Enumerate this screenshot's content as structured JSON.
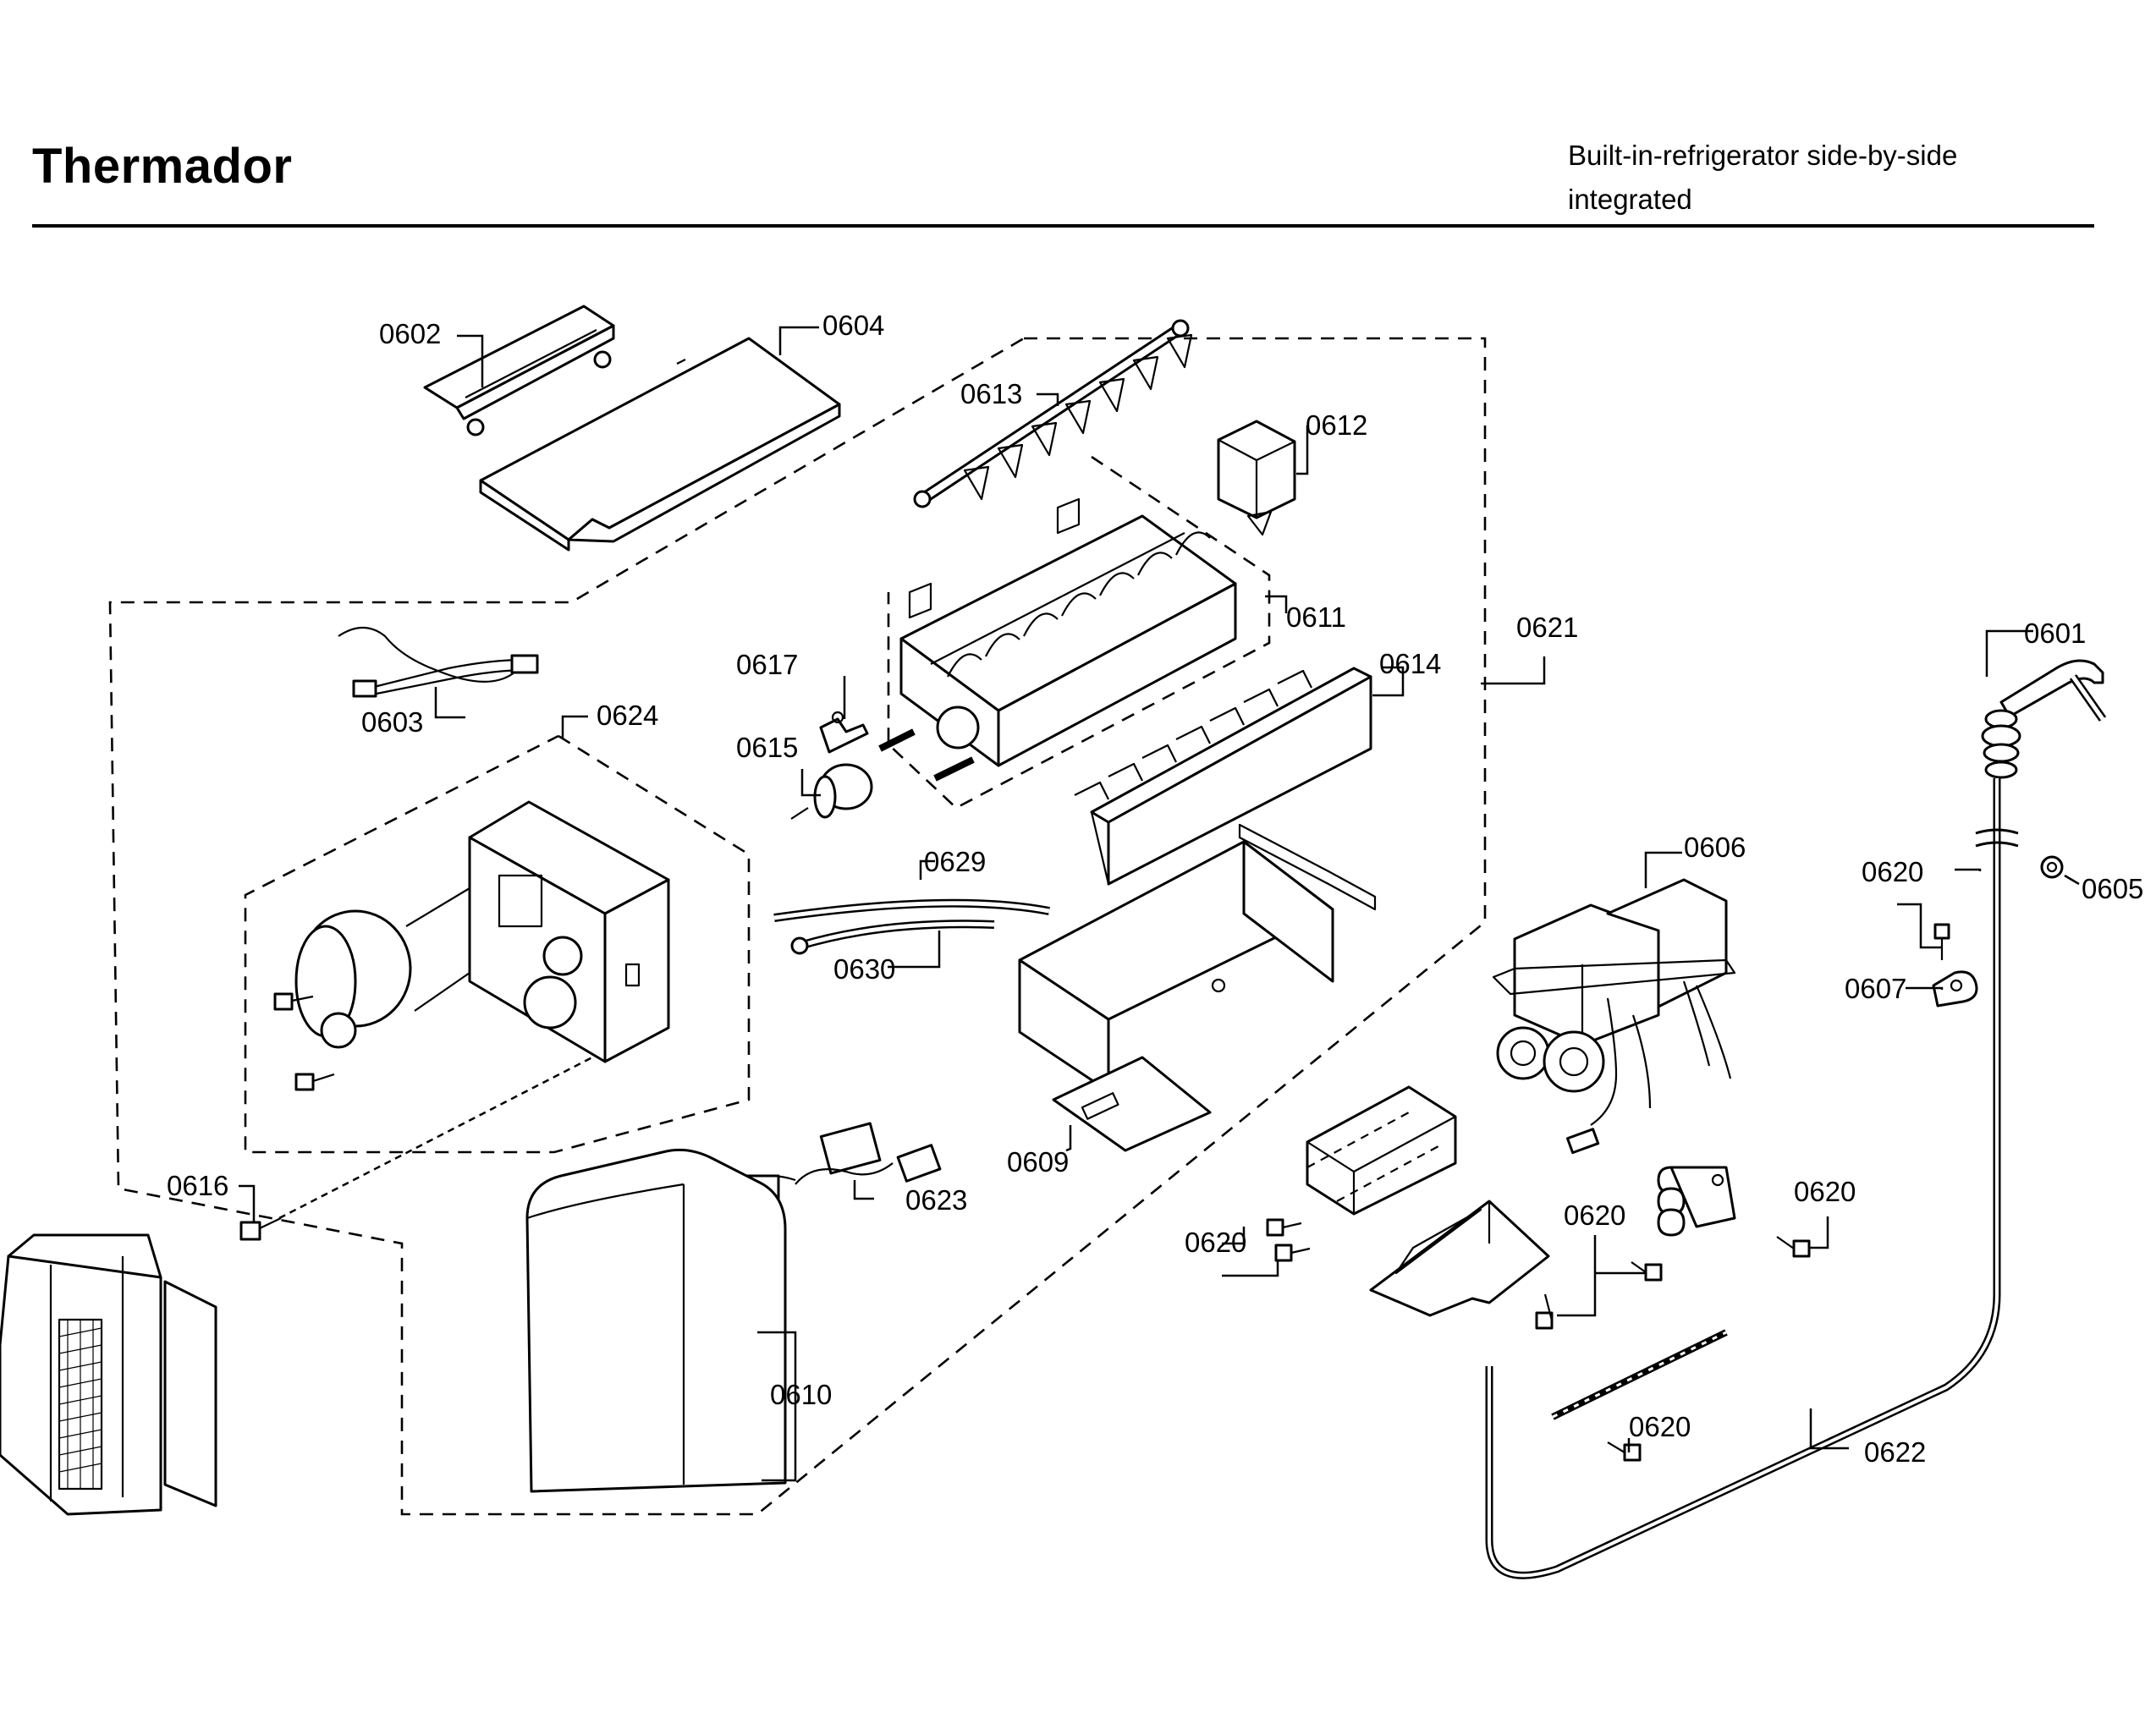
{
  "header": {
    "brand": "Thermador",
    "subtitle_line1": "Built-in-refrigerator side-by-side",
    "subtitle_line2": "integrated"
  },
  "labels": {
    "p0601": "0601",
    "p0602": "0602",
    "p0603": "0603",
    "p0604": "0604",
    "p0605": "0605",
    "p0606": "0606",
    "p0607": "0607",
    "p0609": "0609",
    "p0610": "0610",
    "p0611": "0611",
    "p0612": "0612",
    "p0613": "0613",
    "p0614": "0614",
    "p0615": "0615",
    "p0616": "0616",
    "p0617": "0617",
    "p0620": "0620",
    "p0621": "0621",
    "p0622": "0622",
    "p0623": "0623",
    "p0624": "0624",
    "p0629": "0629",
    "p0630": "0630"
  }
}
